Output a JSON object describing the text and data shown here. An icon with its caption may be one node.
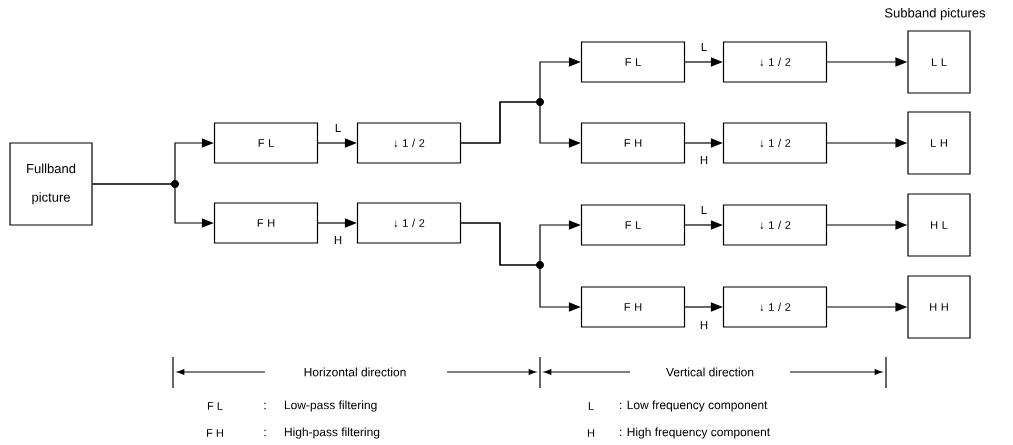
{
  "diagram": {
    "nodes": [
      {
        "text": [
          "Fullband picture"
        ]
      },
      {
        "text": [
          "F L"
        ]
      },
      {
        "text": [
          "F H"
        ]
      },
      {
        "text": [
          "↓ 1 / 2"
        ]
      },
      {
        "text": [
          "↓ 1 / 2"
        ]
      },
      {
        "text": [
          "F L"
        ]
      },
      {
        "text": [
          "F H"
        ]
      },
      {
        "text": [
          "↓ 1 / 2"
        ]
      },
      {
        "text": [
          "↓ 1 / 2"
        ]
      },
      {
        "text": [
          "F L"
        ]
      },
      {
        "text": [
          "F H"
        ]
      },
      {
        "text": [
          "↓ 1 / 2"
        ]
      },
      {
        "text": [
          "↓ 1 / 2"
        ]
      },
      {
        "text": [
          "L L"
        ]
      },
      {
        "text": [
          "L H"
        ]
      },
      {
        "text": [
          "H L"
        ]
      },
      {
        "text": [
          "H H"
        ]
      }
    ],
    "edges": [
      {
        "from": 0,
        "to": 1,
        "arrow": "to"
      },
      {
        "from": 0,
        "to": 2,
        "arrow": "to"
      },
      {
        "from": 1,
        "to": 3,
        "arrow": "to",
        "label": "L"
      },
      {
        "from": 2,
        "to": 4,
        "arrow": "to",
        "label": "H"
      },
      {
        "from": 3,
        "to": 5,
        "arrow": "to"
      },
      {
        "from": 3,
        "to": 6,
        "arrow": "to"
      },
      {
        "from": 4,
        "to": 9,
        "arrow": "to"
      },
      {
        "from": 4,
        "to": 10,
        "arrow": "to"
      },
      {
        "from": 5,
        "to": 7,
        "arrow": "to",
        "label": "L"
      },
      {
        "from": 6,
        "to": 8,
        "arrow": "to",
        "label": "H"
      },
      {
        "from": 9,
        "to": 11,
        "arrow": "to",
        "label": "L"
      },
      {
        "from": 10,
        "to": 12,
        "arrow": "to",
        "label": "H"
      },
      {
        "from": 7,
        "to": 13,
        "arrow": "to"
      },
      {
        "from": 8,
        "to": 14,
        "arrow": "to"
      },
      {
        "from": 11,
        "to": 15,
        "arrow": "to"
      },
      {
        "from": 12,
        "to": 16,
        "arrow": "to"
      }
    ],
    "labels": [
      "Subband pictures",
      "Horizontal direction",
      "Vertical direction",
      "F L",
      ":",
      "Low-pass filtering",
      "L",
      ": Low frequency component",
      "F H",
      ":",
      "High-pass filtering",
      "H",
      ": High frequency component"
    ]
  }
}
